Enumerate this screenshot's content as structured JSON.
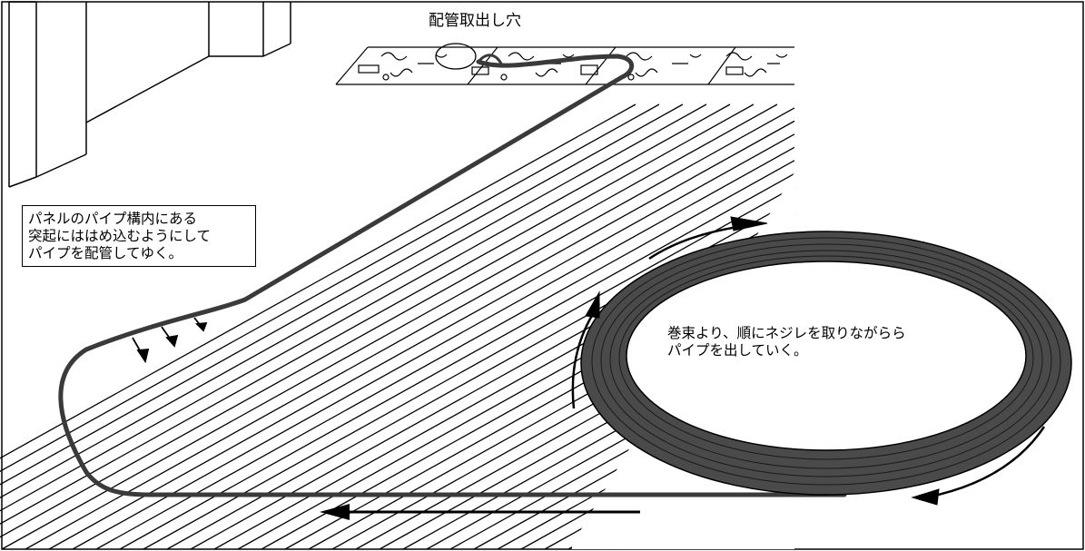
{
  "labels": {
    "outlet": "配管取出し穴",
    "callout_lines": [
      "パネルのパイプ構内にある",
      "突起にははめ込むようにして",
      "パイプを配管してゆく。"
    ],
    "coil_lines": [
      "巻束より、順にネジレを取りながらら",
      "パイプを出していく。"
    ]
  },
  "colors": {
    "line": "#000000",
    "pipe": "#3a3a3a",
    "coil": "#4a4a4a",
    "background": "#ffffff"
  }
}
